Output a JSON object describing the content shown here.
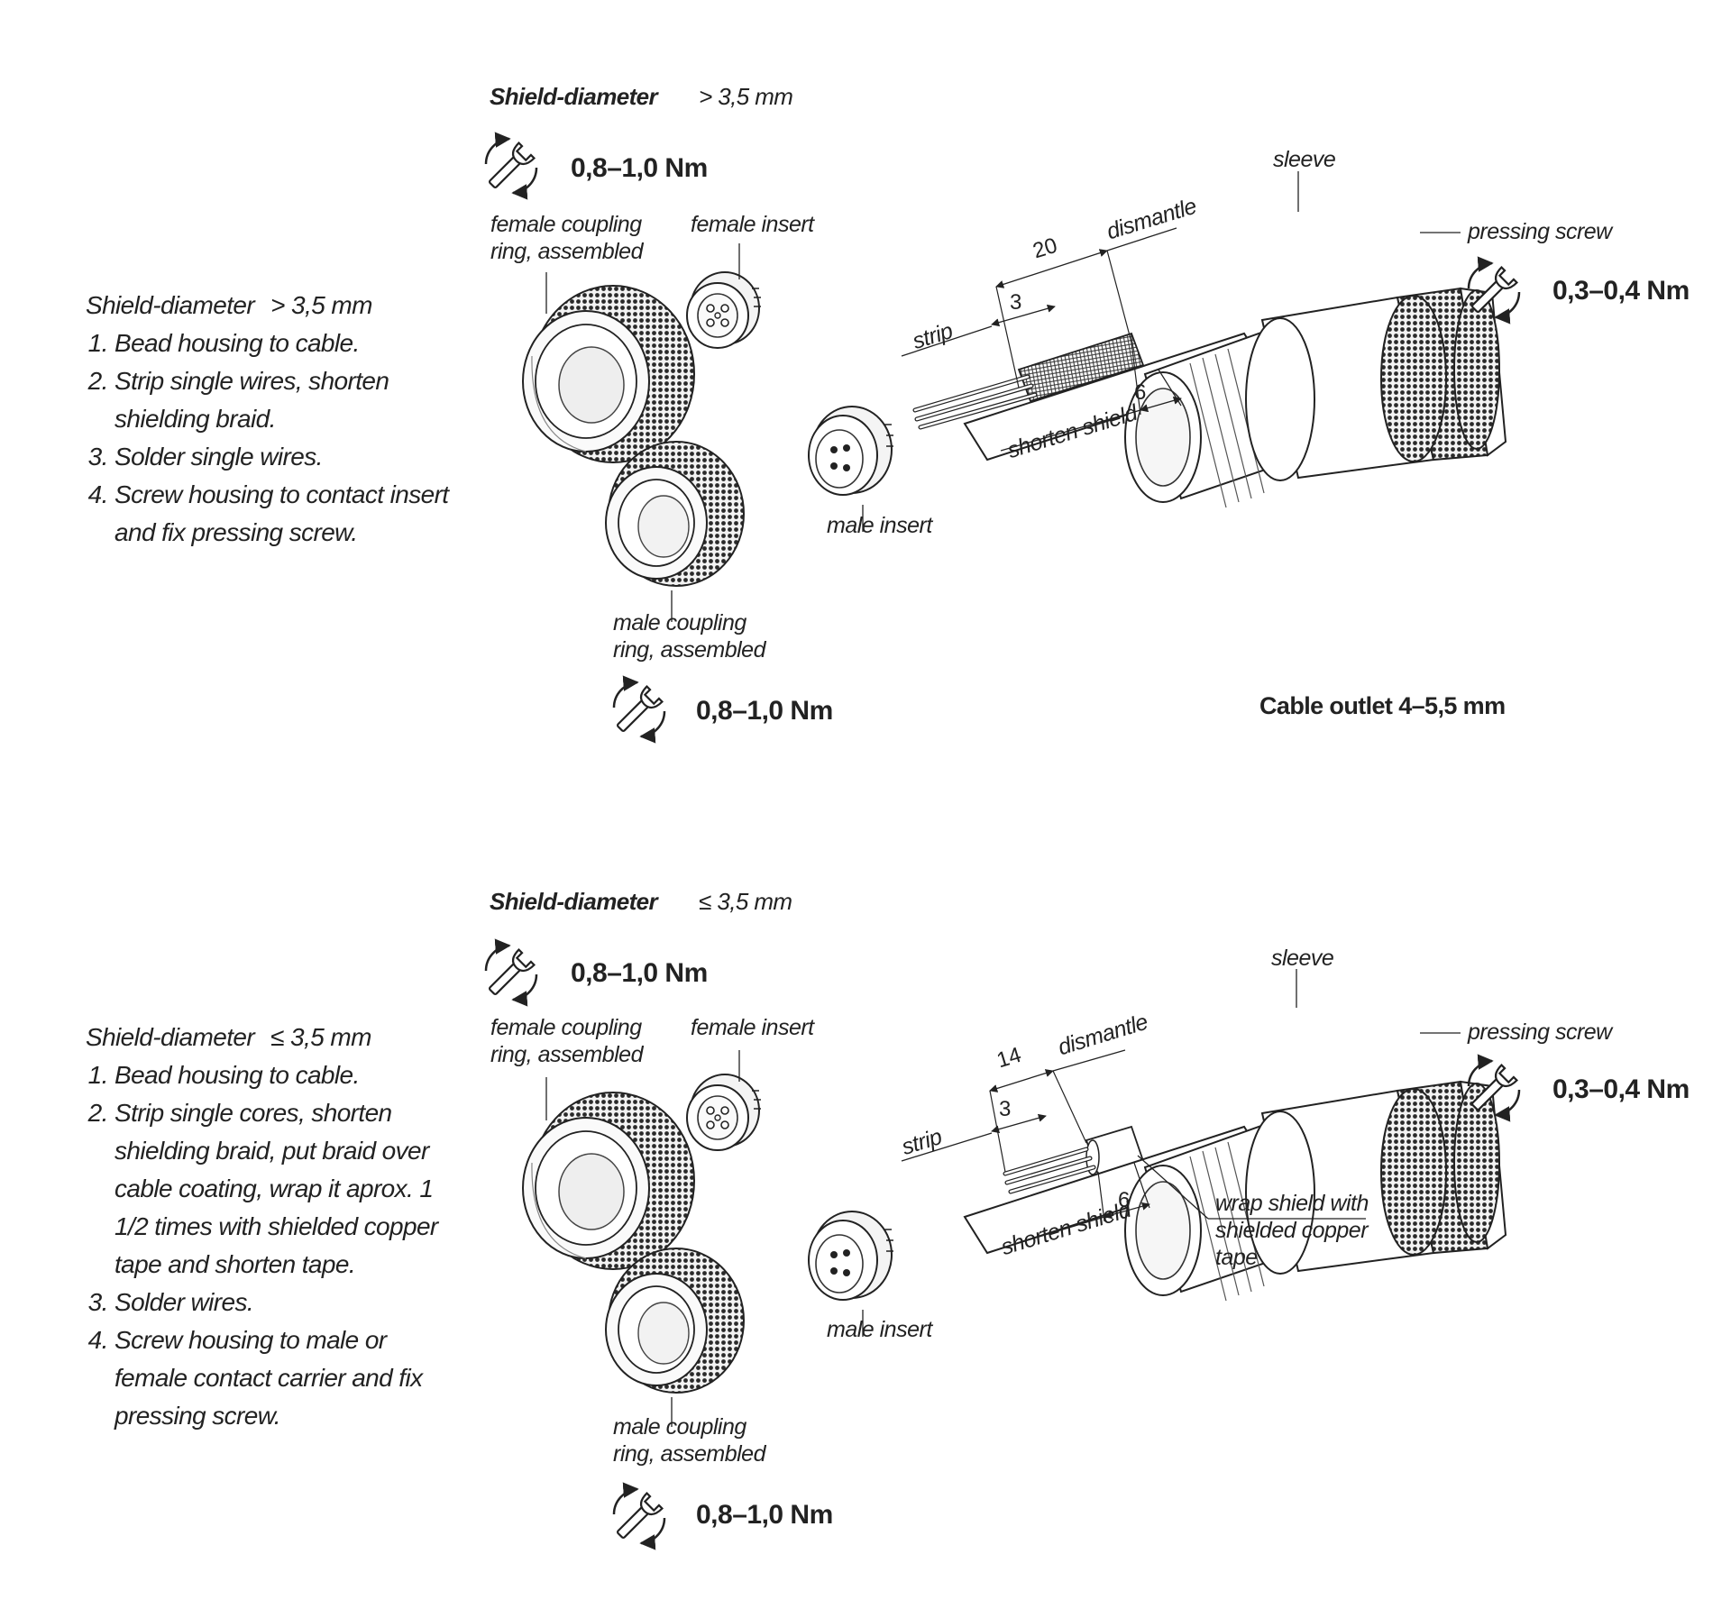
{
  "sections": [
    {
      "id": "large",
      "header_label": "Shield-diameter",
      "header_value": "> 3,5 mm",
      "instructions": {
        "title_label": "Shield-diameter",
        "title_value": "> 3,5 mm",
        "steps": [
          "Bead housing to cable.",
          "Strip single wires, shorten shielding braid.",
          "Solder single wires.",
          "Screw housing to contact insert and fix pressing screw."
        ]
      },
      "labels": {
        "female_coupling_ring": "female coupling ring, assembled",
        "female_insert": "female insert",
        "male_insert": "male insert",
        "male_coupling_ring": "male coupling ring, assembled",
        "sleeve": "sleeve",
        "pressing_screw": "pressing screw",
        "strip": "strip",
        "dismantle": "dismantle",
        "shorten_shield": "shorten shield"
      },
      "dimensions": {
        "dismantle_length": "20",
        "strip_length": "3",
        "shield_length": "6"
      },
      "torque_top": "0,8–1,0 Nm",
      "torque_bottom": "0,8–1,0 Nm",
      "torque_screw": "0,3–0,4 Nm",
      "cable_outlet": "Cable outlet 4–5,5 mm"
    },
    {
      "id": "small",
      "header_label": "Shield-diameter",
      "header_value": "≤ 3,5 mm",
      "instructions": {
        "title_label": "Shield-diameter",
        "title_value": "≤ 3,5 mm",
        "steps": [
          "Bead housing to cable.",
          "Strip single cores, shorten shielding braid, put braid over cable coating, wrap it aprox. 1 1/2 times with shielded copper tape and shorten tape.",
          "Solder wires.",
          "Screw housing to male or female contact carrier and fix pressing screw."
        ]
      },
      "labels": {
        "female_coupling_ring": "female coupling ring, assembled",
        "female_insert": "female insert",
        "male_insert": "male insert",
        "male_coupling_ring": "male coupling ring, assembled",
        "sleeve": "sleeve",
        "pressing_screw": "pressing screw",
        "strip": "strip",
        "dismantle": "dismantle",
        "shorten_shield": "shorten shield",
        "wrap_shield": "wrap shield with shielded copper tape"
      },
      "dimensions": {
        "dismantle_length": "14",
        "strip_length": "3",
        "shield_length": "6"
      },
      "torque_top": "0,8–1,0 Nm",
      "torque_bottom": "0,8–1,0 Nm",
      "torque_screw": "0,3–0,4 Nm"
    }
  ],
  "icons": [
    "wrench-torque-icon"
  ]
}
